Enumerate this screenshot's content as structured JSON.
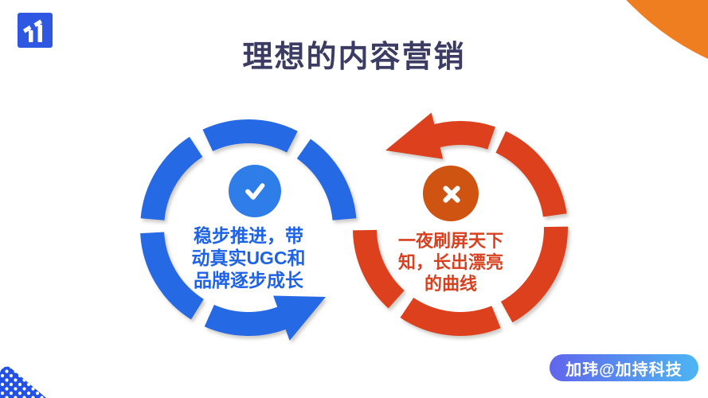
{
  "slide": {
    "title": "理想的内容营销"
  },
  "brand": {
    "logo_icon": "ii-logo-icon",
    "watermark": "加玮@加持科技"
  },
  "diagram": {
    "type": "cycle-comparison",
    "positive": {
      "icon": "check-icon",
      "ring_color": "#2569e4",
      "badge_color": "#2e7de9",
      "text_color": "#1e62e6",
      "lines": [
        "稳步推进，带",
        "动真实UGC和",
        "品牌逐步成长"
      ]
    },
    "negative": {
      "icon": "cross-icon",
      "ring_color": "#dc3f1c",
      "badge_color": "#d05411",
      "text_color": "#d8401f",
      "lines": [
        "一夜刷屏天下",
        "知，长出漂亮",
        "的曲线"
      ]
    }
  },
  "decor": {
    "title_color": "#3b3b63",
    "logo_bg_color": "#2e58e2",
    "corner_circle_color": "#ef7e20",
    "triangle_color": "#2251e6",
    "watermark_gradient_left": "#6066ec",
    "watermark_gradient_right": "#4db5f3"
  }
}
